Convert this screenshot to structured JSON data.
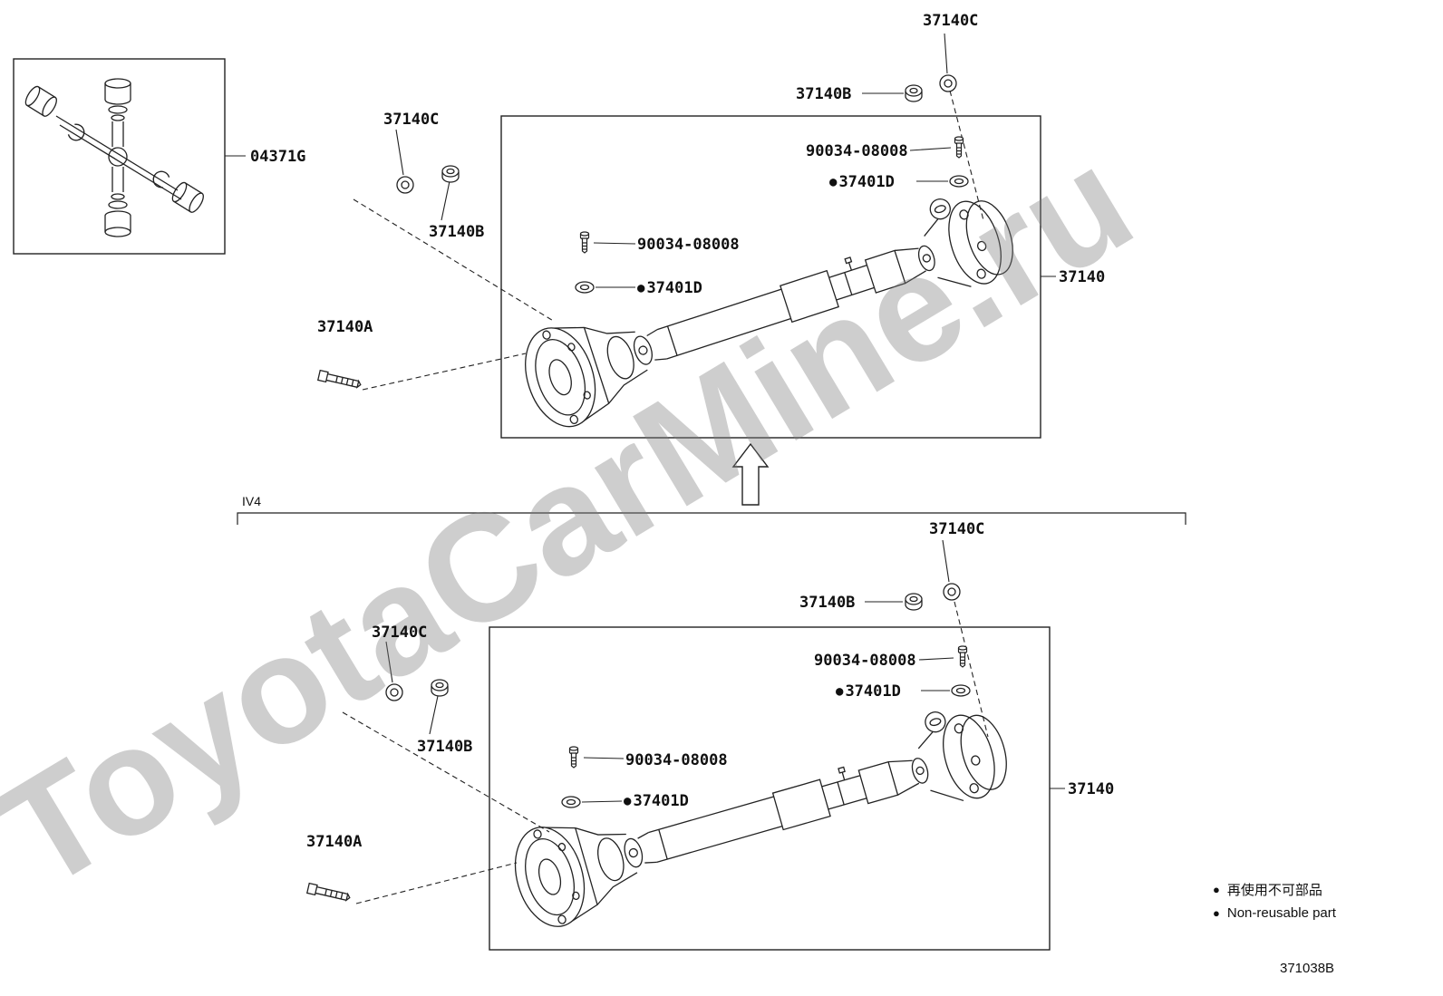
{
  "watermark": "ToyotaCarMine.ru",
  "doc_code": "371038B",
  "variant_code": "IV4",
  "non_reusable_marker": "●",
  "inset": {
    "label": "04371G"
  },
  "legend": {
    "jp": "再使用不可部品",
    "en": "Non-reusable part"
  },
  "upper": {
    "c_top": "37140C",
    "b_top": "37140B",
    "grease_top": "90034-08008",
    "washer_top": "37401D",
    "c_left": "37140C",
    "b_left": "37140B",
    "grease_left": "90034-08008",
    "washer_left": "37401D",
    "bolt": "37140A",
    "assembly": "37140"
  },
  "lower": {
    "c_top": "37140C",
    "b_top": "37140B",
    "grease_top": "90034-08008",
    "washer_top": "37401D",
    "c_left": "37140C",
    "b_left": "37140B",
    "grease_left": "90034-08008",
    "washer_left": "37401D",
    "bolt": "37140A",
    "assembly": "37140"
  }
}
